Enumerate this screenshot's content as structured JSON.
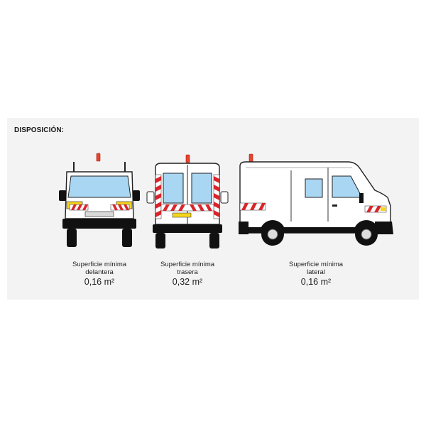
{
  "heading": "DISPOSICIÓN:",
  "colors": {
    "van_body": "#ffffff",
    "outline": "#222222",
    "glass": "#a9d6f2",
    "reflective_red": "#d8252b",
    "reflective_yellow": "#f5d51e",
    "beacon": "#e8432b",
    "bumper": "#111111"
  },
  "views": [
    {
      "label": "Superficie mínima",
      "label2": "delantera",
      "area": "0,16 m²"
    },
    {
      "label": "Superficie mínima",
      "label2": "trasera",
      "area": "0,32 m²"
    },
    {
      "label": "Superficie mínima",
      "label2": "lateral",
      "area": "0,16 m²"
    }
  ]
}
